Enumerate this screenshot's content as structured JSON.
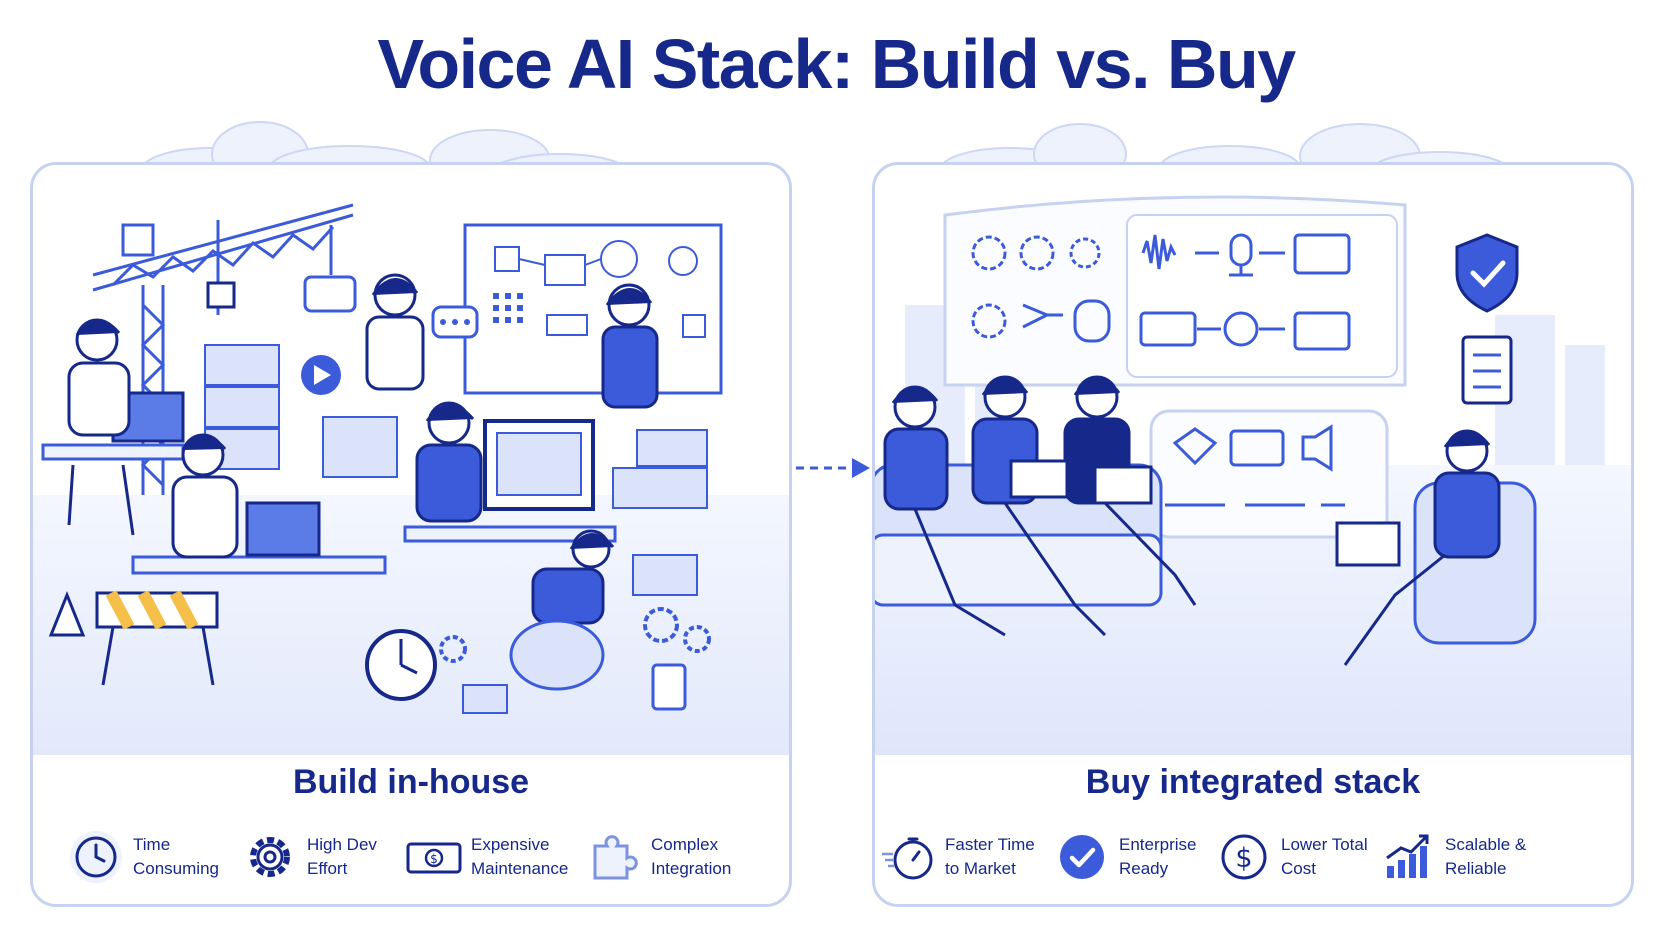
{
  "title": "Voice AI Stack: Build vs. Buy",
  "build": {
    "heading": "Build in-house",
    "features": [
      {
        "line1": "Time",
        "line2": "Consuming",
        "icon": "clock-icon"
      },
      {
        "line1": "High Dev",
        "line2": "Effort",
        "icon": "gear-icon"
      },
      {
        "line1": "Expensive",
        "line2": "Maintenance",
        "icon": "money-icon"
      },
      {
        "line1": "Complex",
        "line2": "Integration",
        "icon": "puzzle-icon"
      }
    ]
  },
  "buy": {
    "heading": "Buy integrated stack",
    "features": [
      {
        "line1": "Faster Time",
        "line2": "to Market",
        "icon": "stopwatch-icon"
      },
      {
        "line1": "Enterprise",
        "line2": "Ready",
        "icon": "check-circle-icon"
      },
      {
        "line1": "Lower Total",
        "line2": "Cost",
        "icon": "dollar-icon"
      },
      {
        "line1": "Scalable &",
        "line2": "Reliable",
        "icon": "growth-chart-icon"
      }
    ]
  },
  "colors": {
    "primary": "#16288a",
    "accent": "#3b5bdb",
    "light": "#dbe3fb",
    "border": "#c7d2f0",
    "caution": "#f5c04a"
  }
}
